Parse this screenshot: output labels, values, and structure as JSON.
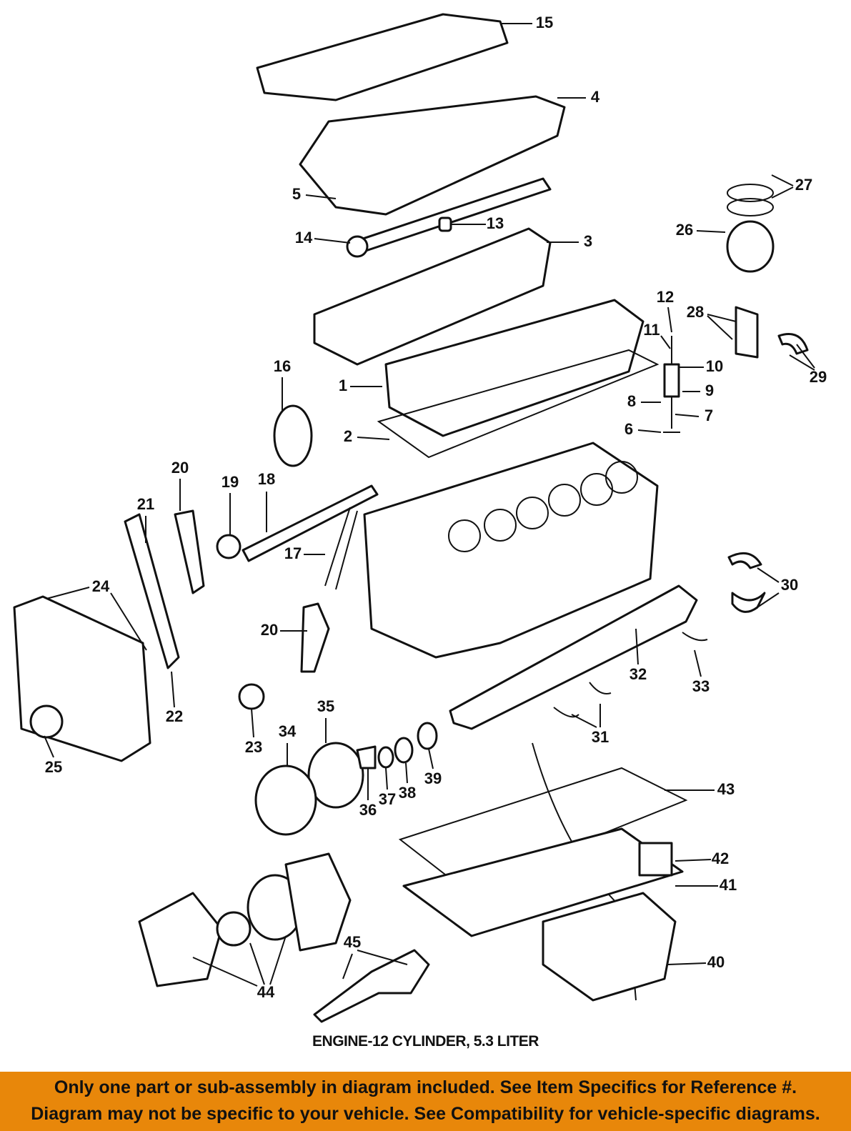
{
  "diagram": {
    "title": "ENGINE-12 CYLINDER, 5.3 LITER",
    "callouts": [
      "15",
      "4",
      "5",
      "13",
      "14",
      "3",
      "26",
      "27",
      "12",
      "28",
      "11",
      "29",
      "16",
      "10",
      "1",
      "9",
      "8",
      "7",
      "6",
      "2",
      "20",
      "19",
      "18",
      "21",
      "17",
      "24",
      "30",
      "20",
      "32",
      "33",
      "22",
      "23",
      "31",
      "35",
      "34",
      "25",
      "36",
      "37",
      "38",
      "39",
      "43",
      "42",
      "41",
      "40",
      "45",
      "44"
    ]
  },
  "banner": {
    "line1": "Only one part or sub-assembly in diagram included. See Item Specifics for Reference #.",
    "line2": "Diagram may not be specific to your vehicle. See Compatibility for vehicle-specific diagrams.",
    "color": "#E8870A"
  }
}
